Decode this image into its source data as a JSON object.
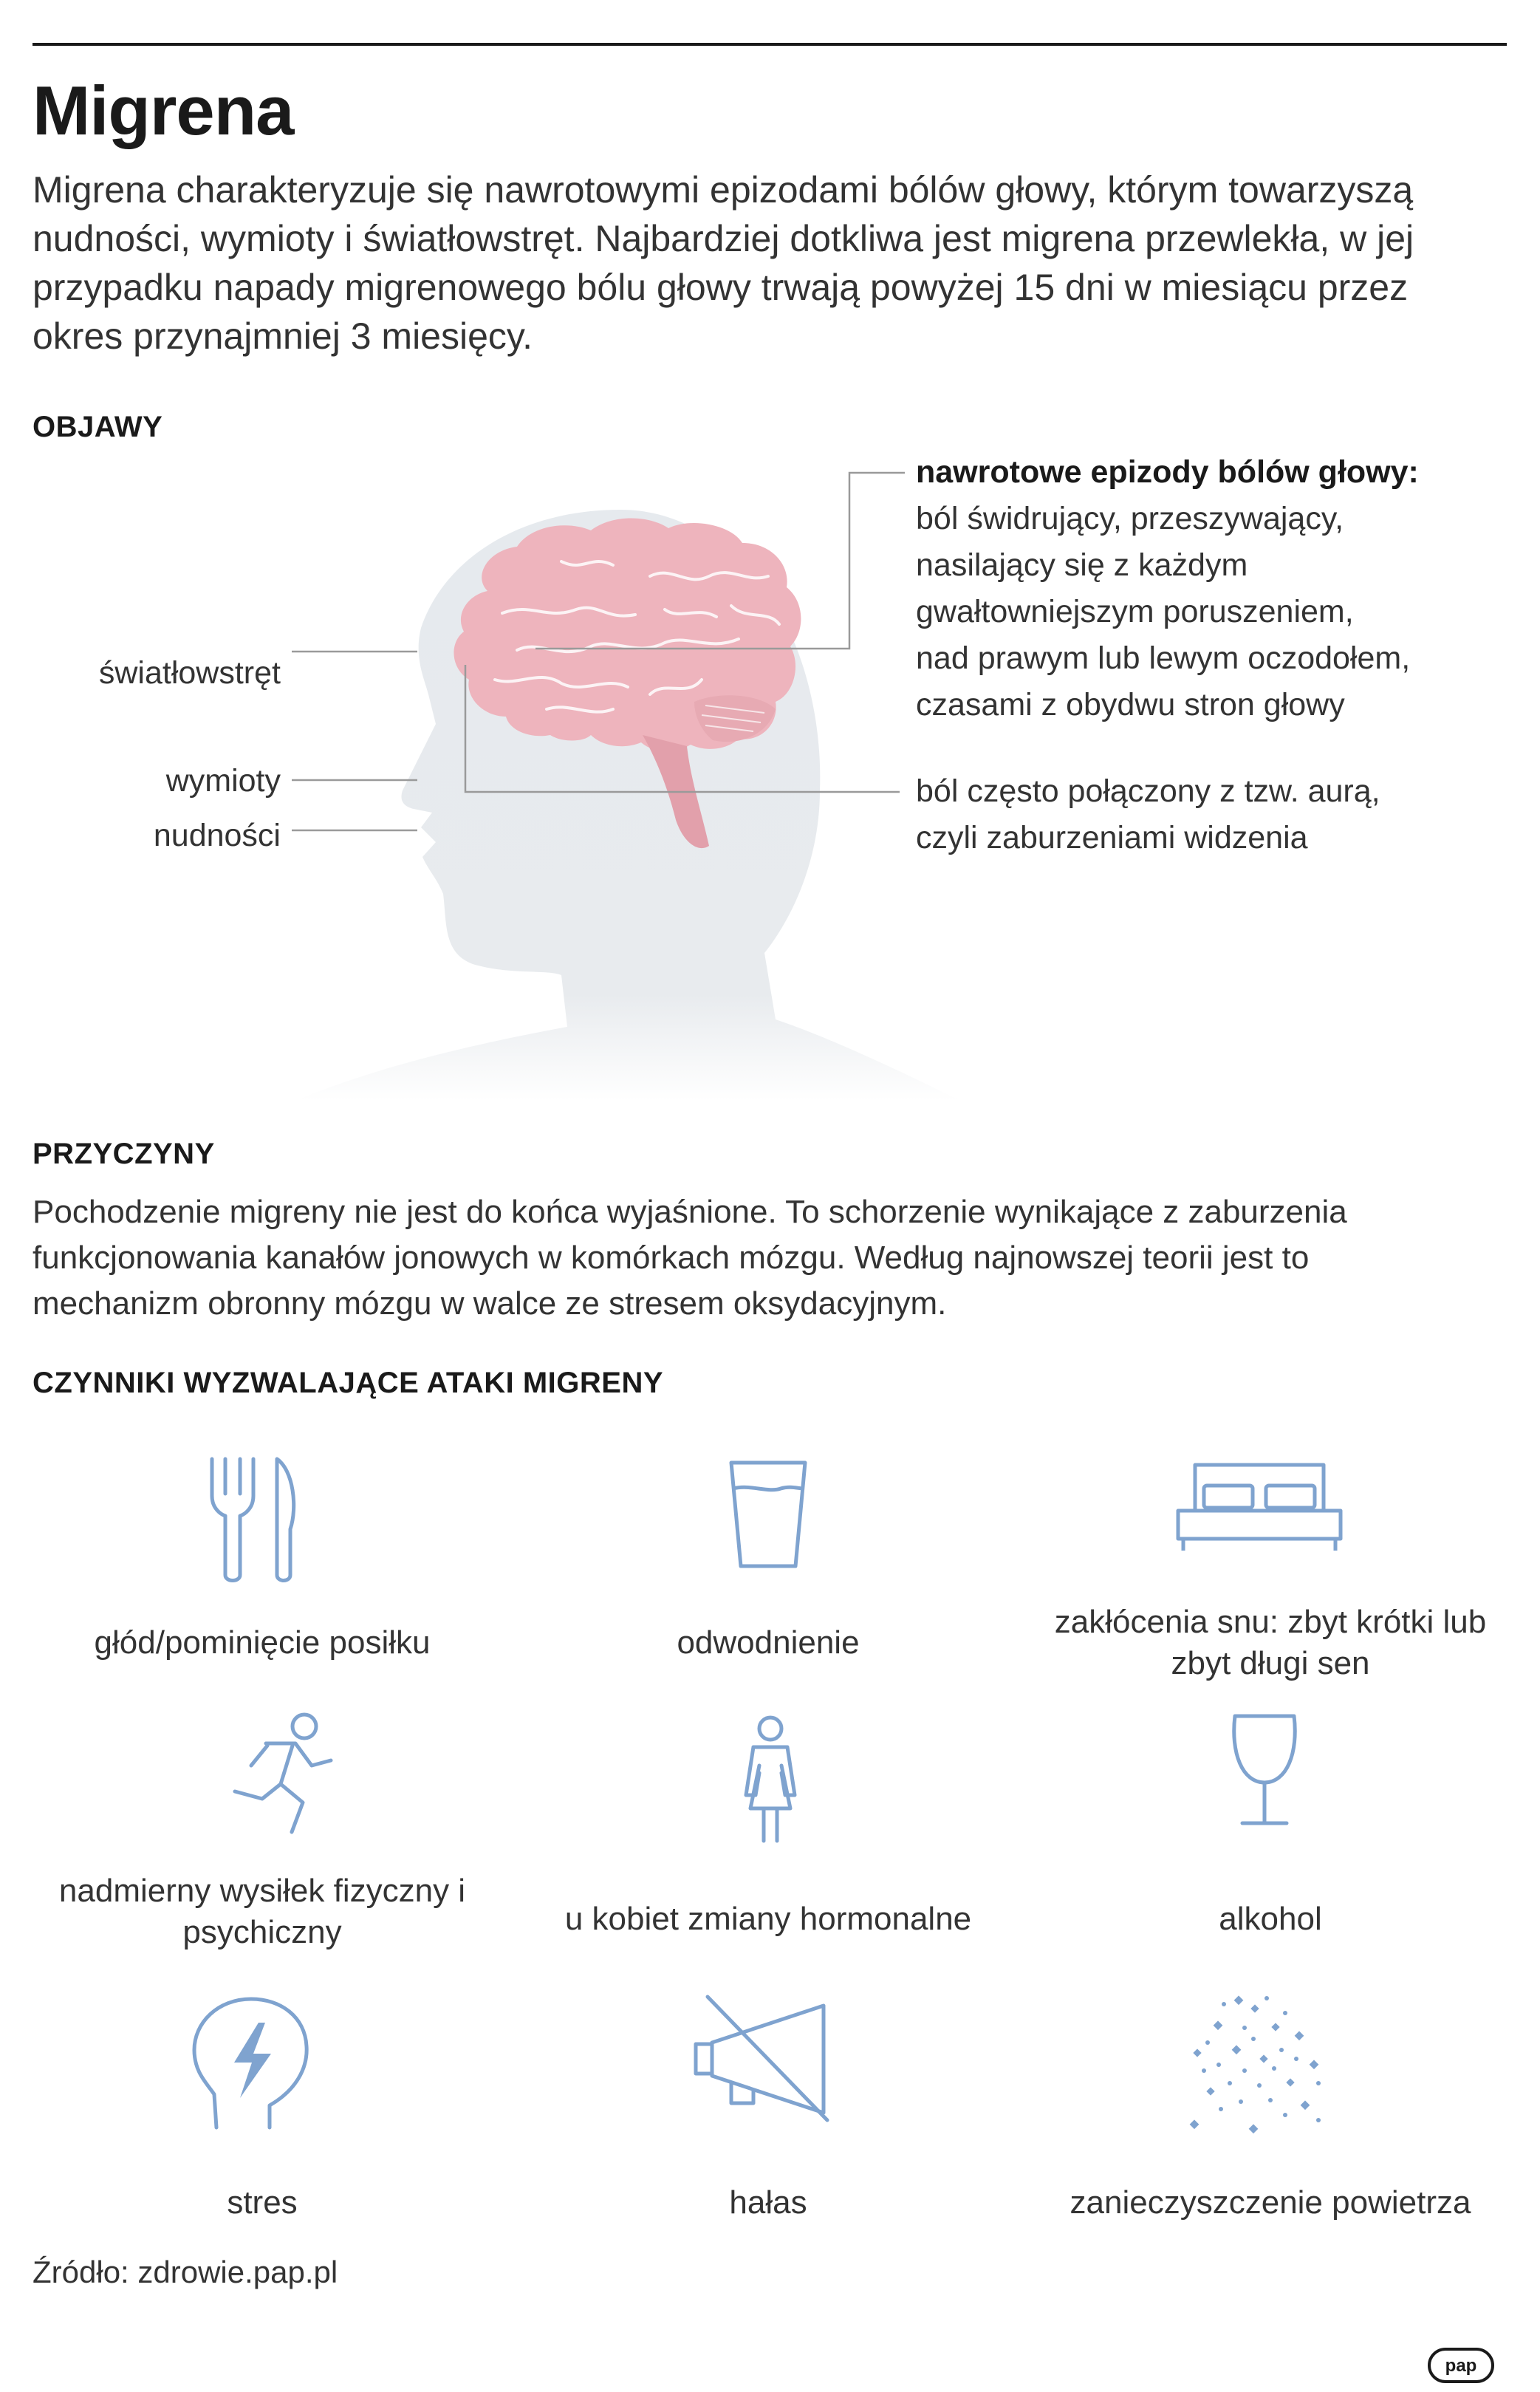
{
  "title": "Migrena",
  "intro": "Migrena charakteryzuje się nawrotowymi epizodami bólów głowy, którym towarzyszą nudności, wymioty i światłowstręt. Najbardziej dotkliwa jest migrena przewlekła, w jej przypadku napady migrenowego bólu głowy trwają powyżej 15 dni w miesiącu przez okres przynajmniej 3 miesięcy.",
  "symptoms": {
    "heading": "OBJAWY",
    "left_labels": [
      "światłowstręt",
      "wymioty",
      "nudności"
    ],
    "right_heading": "nawrotowe epizody bólów głowy:",
    "right_lines": [
      "ból świdrujący, przeszywający,",
      "nasilający się z każdym",
      "gwałtowniejszym poruszeniem,",
      "nad prawym lub lewym oczodołem,",
      "czasami z obydwu stron głowy"
    ],
    "aura_lines": [
      "ból często połączony z tzw. aurą,",
      "czyli zaburzeniami widzenia"
    ]
  },
  "causes": {
    "heading": "PRZYCZYNY",
    "text": "Pochodzenie migreny nie jest do końca wyjaśnione. To schorzenie wynikające z zaburzenia funkcjonowania kanałów jonowych w komórkach mózgu. Według najnowszej teorii jest to mechanizm obronny mózgu w walce ze stresem oksydacyjnym."
  },
  "triggers": {
    "heading": "CZYNNIKI WYZWALAJĄCE ATAKI MIGRENY",
    "items": [
      {
        "icon": "fork-knife-icon",
        "label": "głód/pominięcie posiłku"
      },
      {
        "icon": "glass-water-icon",
        "label": "odwodnienie"
      },
      {
        "icon": "bed-icon",
        "label": "zakłócenia snu: zbyt krótki lub zbyt długi sen"
      },
      {
        "icon": "running-person-icon",
        "label": "nadmierny wysiłek fizyczny i psychiczny"
      },
      {
        "icon": "woman-icon",
        "label": "u kobiet zmiany hormonalne"
      },
      {
        "icon": "wine-glass-icon",
        "label": "alkohol"
      },
      {
        "icon": "head-lightning-icon",
        "label": "stres"
      },
      {
        "icon": "megaphone-crossed-icon",
        "label": "hałas"
      },
      {
        "icon": "particles-icon",
        "label": "zanieczyszczenie powietrza"
      }
    ]
  },
  "source": "Źródło: zdrowie.pap.pl",
  "logo": "pap",
  "colors": {
    "icon": "#7fa3cf",
    "brain": "#eeb4bd",
    "head": "#e8ebee",
    "leader": "#9a9a9a"
  }
}
